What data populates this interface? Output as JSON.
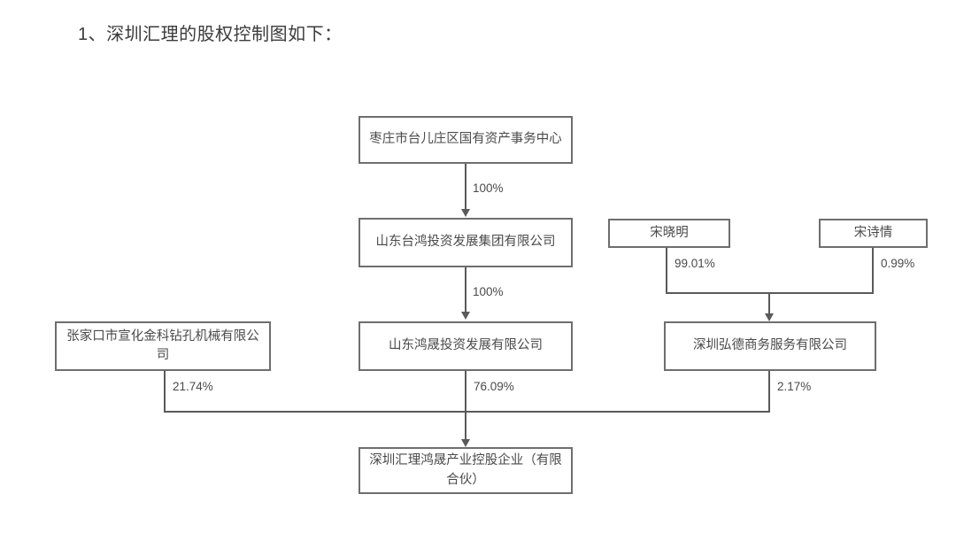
{
  "document": {
    "heading": "1、深圳汇理的股权控制图如下："
  },
  "chart_data": {
    "type": "diagram",
    "title": "深圳汇理的股权控制图",
    "nodes": [
      {
        "id": "zaozhuang",
        "label": "枣庄市台儿庄区国有资产事务中心"
      },
      {
        "id": "taihong",
        "label": "山东台鸿投资发展集团有限公司"
      },
      {
        "id": "songxm",
        "label": "宋晓明"
      },
      {
        "id": "songsq",
        "label": "宋诗情"
      },
      {
        "id": "zhangjiakou",
        "label": "张家口市宣化金科钻孔机械有限公司"
      },
      {
        "id": "hongsheng",
        "label": "山东鸿晟投资发展有限公司"
      },
      {
        "id": "hongde",
        "label": "深圳弘德商务服务有限公司"
      },
      {
        "id": "huili",
        "label": "深圳汇理鸿晟产业控股企业（有限合伙）"
      }
    ],
    "edges": [
      {
        "from": "zaozhuang",
        "to": "taihong",
        "label": "100%"
      },
      {
        "from": "taihong",
        "to": "hongsheng",
        "label": "100%"
      },
      {
        "from": "songxm",
        "to": "hongde",
        "label": "99.01%"
      },
      {
        "from": "songsq",
        "to": "hongde",
        "label": "0.99%"
      },
      {
        "from": "zhangjiakou",
        "to": "huili",
        "label": "21.74%"
      },
      {
        "from": "hongsheng",
        "to": "huili",
        "label": "76.09%"
      },
      {
        "from": "hongde",
        "to": "huili",
        "label": "2.17%"
      }
    ],
    "colors": {
      "box_border": "#6e6e6e",
      "connector": "#5a5a5a",
      "text": "#4a4a4a",
      "background": "#ffffff"
    }
  }
}
